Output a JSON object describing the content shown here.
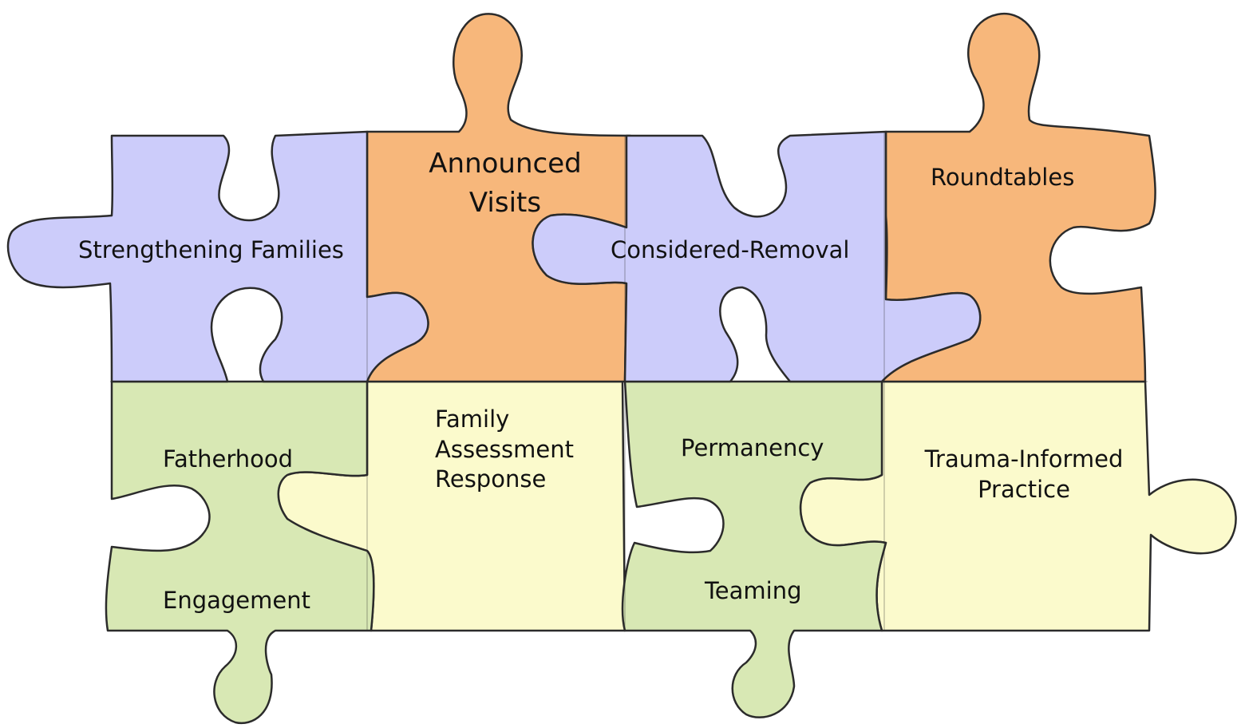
{
  "colors": {
    "purple": "#ccccfa",
    "orange": "#f7b77b",
    "green": "#d8e8b4",
    "cream": "#fbfacc",
    "outline": "#2b2b2b"
  },
  "pieces": [
    {
      "id": "strengthening-families",
      "color": "purple",
      "lines": [
        "Strengthening Families"
      ]
    },
    {
      "id": "announced-visits",
      "color": "orange",
      "lines": [
        "Announced",
        "Visits"
      ]
    },
    {
      "id": "considered-removal",
      "color": "purple",
      "lines": [
        "Considered-Removal"
      ]
    },
    {
      "id": "roundtables",
      "color": "orange",
      "lines": [
        "Roundtables"
      ]
    },
    {
      "id": "fatherhood-engagement",
      "color": "green",
      "lines": [
        "Fatherhood",
        "Engagement"
      ]
    },
    {
      "id": "family-assessment-response",
      "color": "cream",
      "lines": [
        "Family",
        "Assessment",
        "Response"
      ]
    },
    {
      "id": "permanency-teaming",
      "color": "green",
      "lines": [
        "Permanency",
        "Teaming"
      ]
    },
    {
      "id": "trauma-informed-practice",
      "color": "cream",
      "lines": [
        "Trauma-Informed",
        "Practice"
      ]
    }
  ]
}
